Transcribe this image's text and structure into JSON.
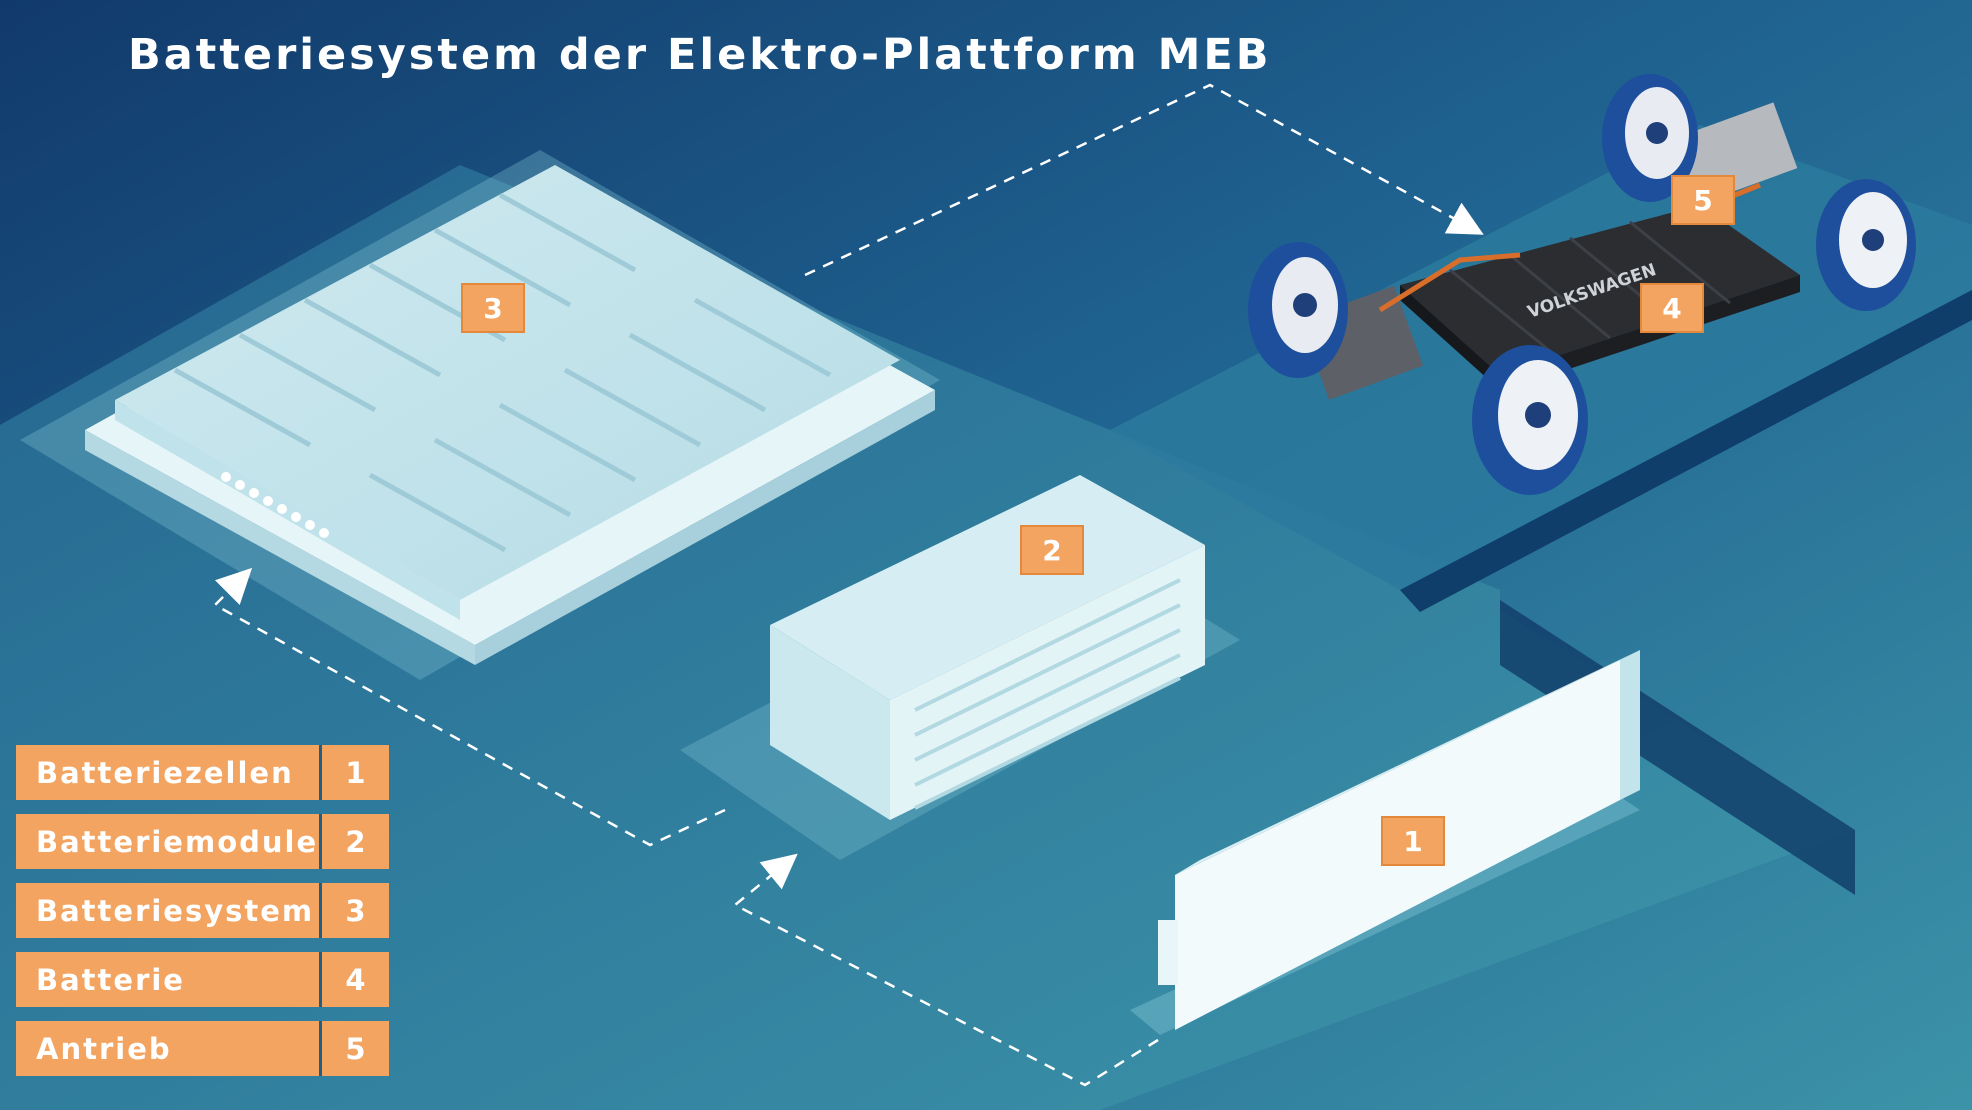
{
  "title": "Batteriesystem der Elektro-Plattform MEB",
  "legend": [
    {
      "label": "Batteriezellen",
      "number": "1"
    },
    {
      "label": "Batteriemodule",
      "number": "2"
    },
    {
      "label": "Batteriesystem",
      "number": "3"
    },
    {
      "label": "Batterie",
      "number": "4"
    },
    {
      "label": "Antrieb",
      "number": "5"
    }
  ],
  "markers": {
    "cell": "1",
    "module": "2",
    "system": "3",
    "battery": "4",
    "drive": "5"
  },
  "chassis_brand": "VOLKSWAGEN",
  "colors": {
    "background_dark": "#123f6f",
    "background_light": "#3a8fa7",
    "accent": "#f3a461",
    "component": "#d8eef2"
  }
}
